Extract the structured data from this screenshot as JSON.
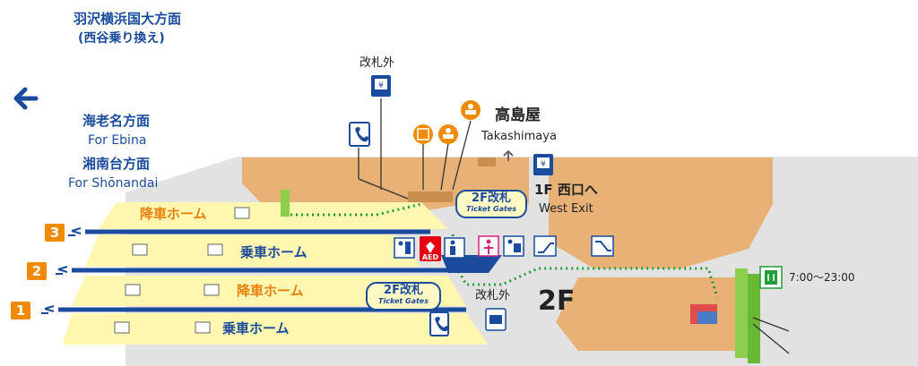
{
  "top_direction": {
    "line1": "羽沢横浜国大方面",
    "line2": "(西谷乗り換え)"
  },
  "left_direction": {
    "ebina_jp": "海老名方面",
    "ebina_en": "For Ebina",
    "shonandai_jp": "湘南台方面",
    "shonandai_en": "For Shōnandai"
  },
  "exits": {
    "outside_top": "改札外",
    "outside_bottom": "改札外",
    "takashimaya_jp": "高島屋",
    "takashimaya_en": "Takashimaya",
    "west_exit_jp": "1F 西口へ",
    "west_exit_en": "West Exit"
  },
  "ticket_gates": {
    "upper_jp": "2F改札",
    "upper_en": "Ticket Gates",
    "lower_jp": "2F改札",
    "lower_en": "Ticket Gates"
  },
  "floor_label": "2F",
  "hours": "7:00～23:00",
  "platforms": {
    "arrival_upper": "降車ホーム",
    "boarding_upper": "乗車ホーム",
    "arrival_lower": "降車ホーム",
    "boarding_lower": "乗車ホーム",
    "track_numbers": [
      "3",
      "2",
      "1"
    ]
  },
  "icons": {
    "aed_label": "AED"
  },
  "colors": {
    "brand_blue": "#1a4b9c",
    "platform_yellow": "#fff6b0",
    "building_tan": "#e8b276",
    "concourse_gray": "#d9d9d9",
    "accent_orange": "#f08a00",
    "route_green": "#1f9e3a"
  }
}
